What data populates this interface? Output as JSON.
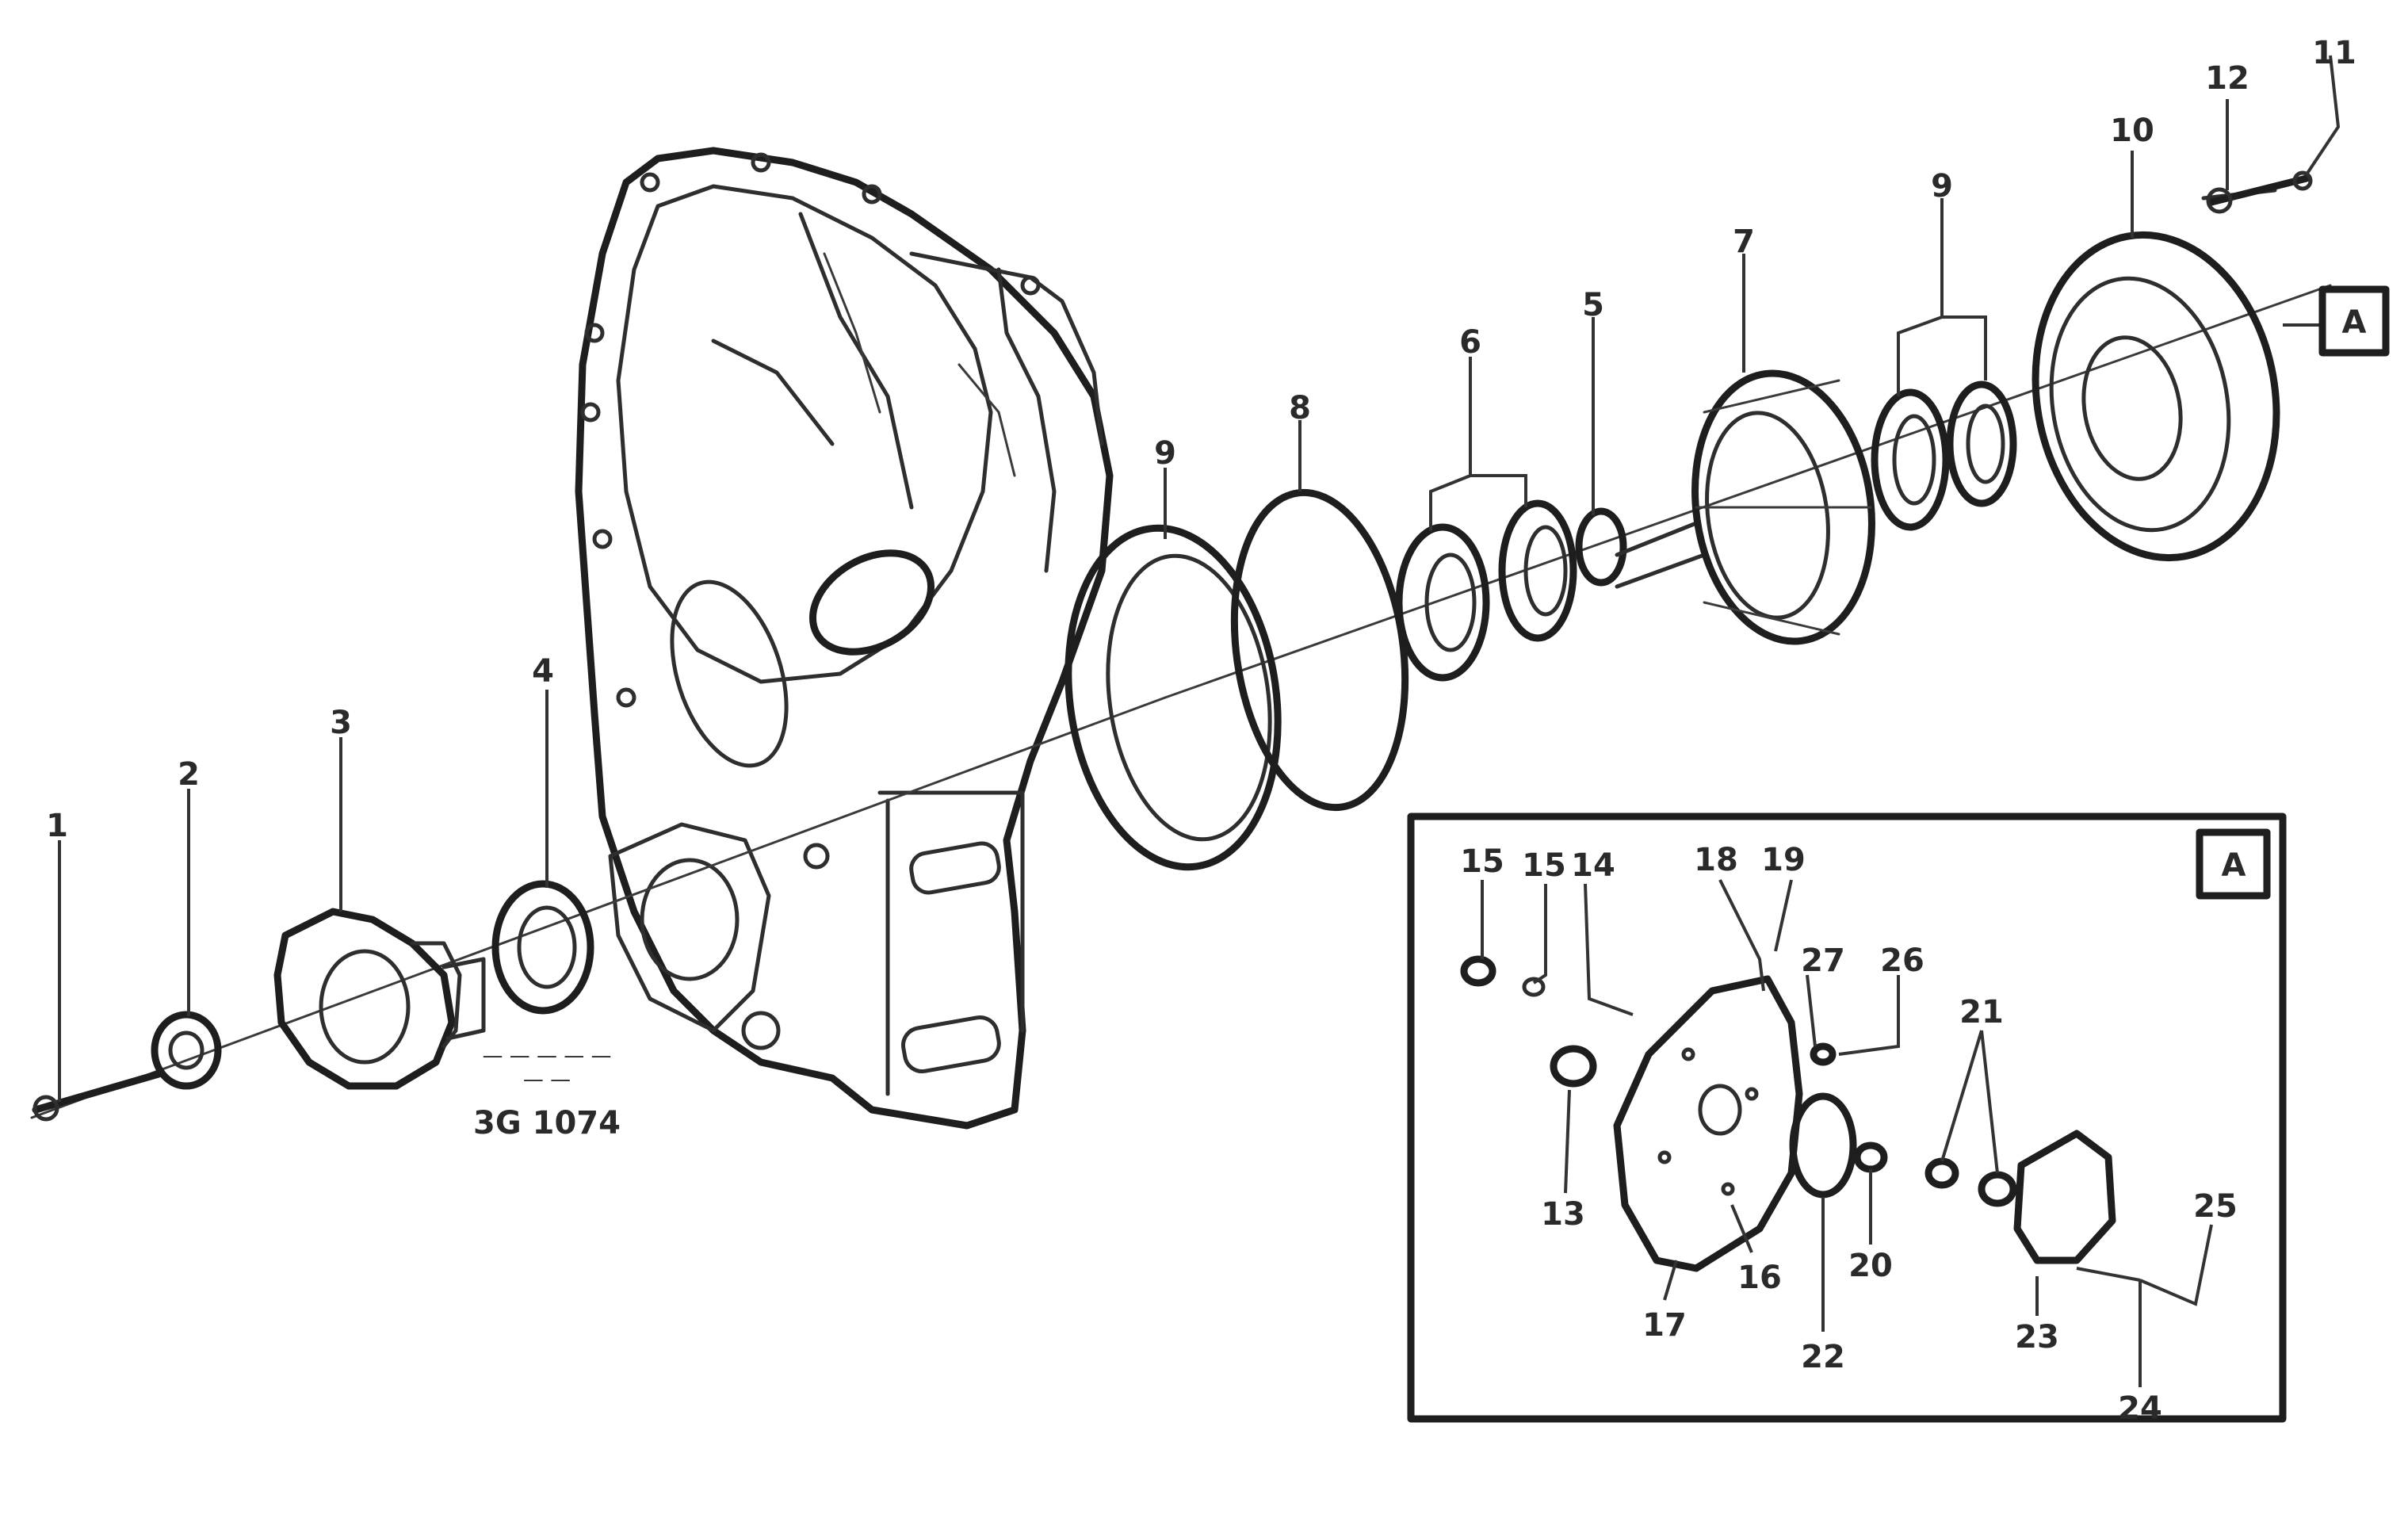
{
  "drawing": {
    "reference_code": "3G 1074",
    "small_caption_line1": "— — — — —",
    "small_caption_line2": "— —"
  },
  "detail": {
    "label": "A",
    "callout_label": "A"
  },
  "part_numbers": {
    "p1": "1",
    "p2": "2",
    "p3": "3",
    "p4": "4",
    "p5": "5",
    "p6": "6",
    "p7": "7",
    "p8": "8",
    "p9": "9",
    "p9b": "9",
    "p10": "10",
    "p11": "11",
    "p12": "12",
    "p13": "13",
    "p14": "14",
    "p15": "15",
    "p16": "15",
    "p17": "17",
    "p18": "18",
    "p19": "19",
    "p20": "20",
    "p21": "21",
    "p22": "22",
    "p23": "23",
    "p24": "24",
    "p25": "25",
    "p26": "26",
    "p27": "27",
    "p16b": "16",
    "p13b": "13"
  }
}
